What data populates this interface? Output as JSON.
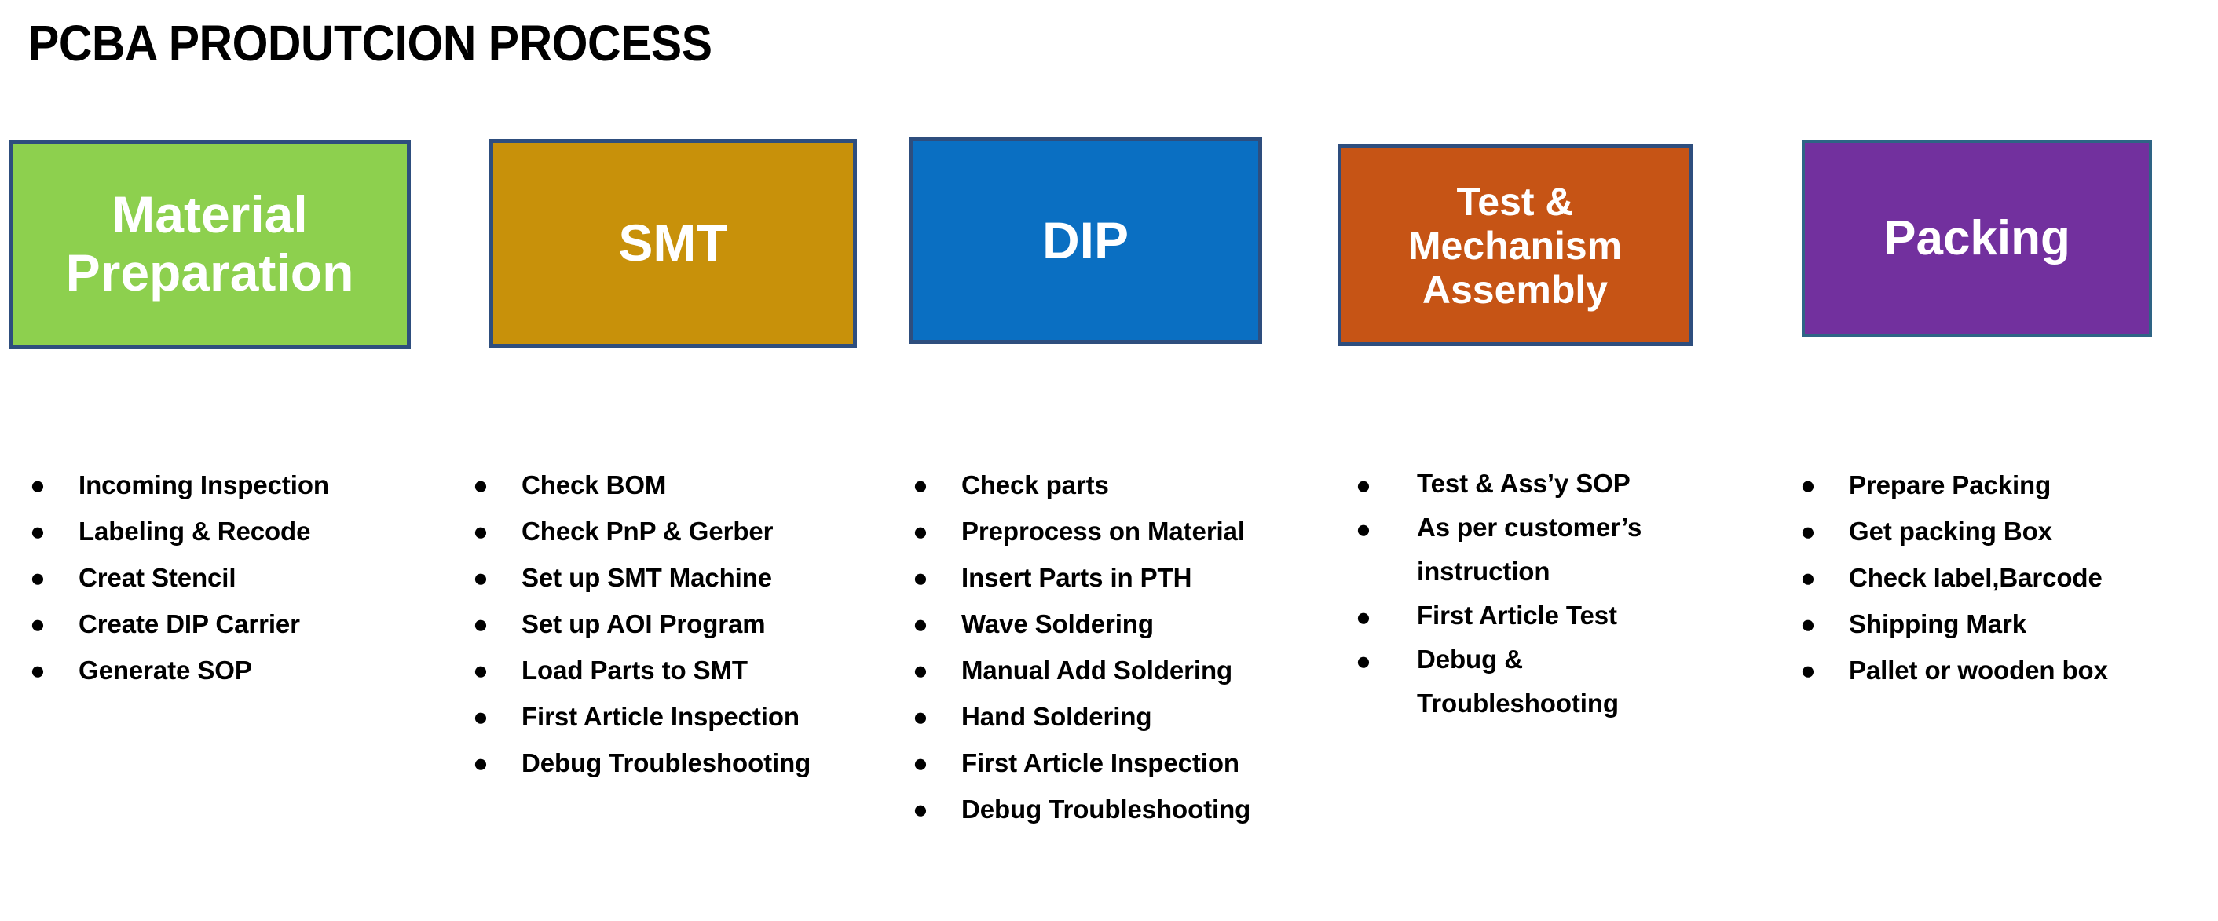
{
  "page": {
    "title": "PCBA PRODUTCION PROCESS",
    "background_color": "#FFFFFF",
    "text_color": "#000000"
  },
  "stages": [
    {
      "id": "material-preparation",
      "label": "Material Preparation",
      "fill_color": "#8DD04E",
      "border_color": "#2E4E7E",
      "text_color": "#FFFFFF"
    },
    {
      "id": "smt",
      "label": "SMT",
      "fill_color": "#C8910A",
      "border_color": "#2E4E7E",
      "text_color": "#FFFFFF"
    },
    {
      "id": "dip",
      "label": "DIP",
      "fill_color": "#0A6FC2",
      "border_color": "#2E4E7E",
      "text_color": "#FFFFFF"
    },
    {
      "id": "test-mechanism-assembly",
      "label": "Test & Mechanism Assembly",
      "fill_color": "#C65415",
      "border_color": "#2E4E7E",
      "text_color": "#FFFFFF"
    },
    {
      "id": "packing",
      "label": "Packing",
      "fill_color": "#72309E",
      "border_color": "#2E6485",
      "text_color": "#FFFFFF"
    }
  ],
  "bullet_marker": "●",
  "lists": [
    {
      "stage": "material-preparation",
      "items": [
        "Incoming Inspection",
        "Labeling &  Recode",
        "Creat Stencil",
        "Create DIP Carrier",
        "Generate SOP"
      ]
    },
    {
      "stage": "smt",
      "items": [
        "Check BOM",
        "Check PnP & Gerber",
        "Set up SMT Machine",
        "Set up AOI Program",
        "Load Parts to SMT",
        "First Article Inspection",
        "Debug Troubleshooting"
      ]
    },
    {
      "stage": "dip",
      "items": [
        "Check parts",
        "Preprocess on Material",
        "Insert Parts in PTH",
        "Wave Soldering",
        "Manual Add Soldering",
        "Hand Soldering",
        "First Article Inspection",
        "Debug Troubleshooting"
      ]
    },
    {
      "stage": "test-mechanism-assembly",
      "items": [
        "Test &  Ass’y SOP",
        "As per customer’s instruction",
        "First Article Test",
        "Debug & Troubleshooting"
      ]
    },
    {
      "stage": "packing",
      "items": [
        "Prepare Packing",
        "Get packing Box",
        "Check label,Barcode",
        "Shipping Mark",
        "Pallet or wooden box"
      ]
    }
  ]
}
